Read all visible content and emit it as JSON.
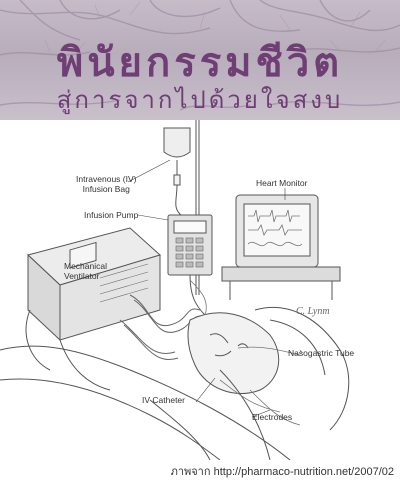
{
  "header": {
    "title": "พินัยกรรมชีวิต",
    "subtitle": "สู่การจากไปด้วยใจสงบ"
  },
  "illustration": {
    "labels": {
      "iv_bag": "Intravenous (IV)\nInfusion Bag",
      "infusion_pump": "Infusion Pump",
      "heart_monitor": "Heart Monitor",
      "ventilator": "Mechanical\nVentilator",
      "ng_tube": "Nasogastric Tube",
      "iv_catheter": "IV Catheter",
      "electrodes": "Electrodes"
    },
    "signature": "C. Lynm"
  },
  "credit": {
    "prefix": "ภาพจาก",
    "url": "http://pharmaco-nutrition.net/2007/02"
  },
  "colors": {
    "title": "#6e3e74",
    "banner": "#c6bcc8"
  }
}
